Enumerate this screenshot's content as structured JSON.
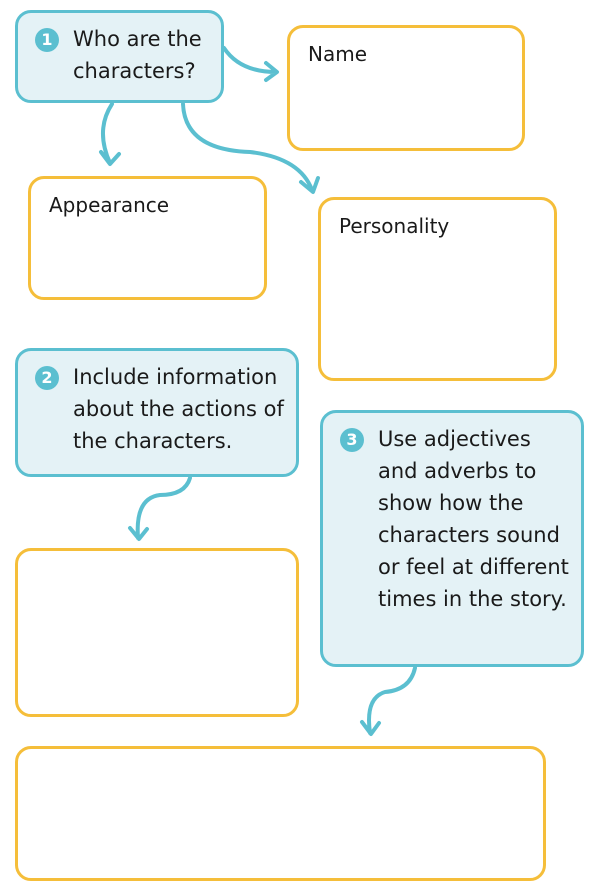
{
  "colors": {
    "prompt_border": "#5bbfd0",
    "prompt_fill": "#e4f2f6",
    "answer_border": "#f5be3a"
  },
  "prompts": [
    {
      "number": "1",
      "text": "Who are the characters?"
    },
    {
      "number": "2",
      "text": "Include information about the actions of the characters."
    },
    {
      "number": "3",
      "text": "Use adjectives and adverbs to show how the characters sound or feel at different times in the story."
    }
  ],
  "answers": {
    "name": "Name",
    "appearance": "Appearance",
    "personality": "Personality"
  }
}
